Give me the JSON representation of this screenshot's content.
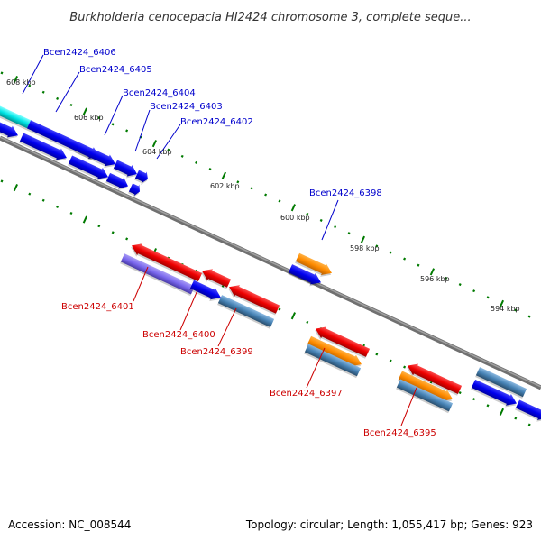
{
  "title": "Burkholderia cenocepacia HI2424 chromosome 3, complete seque...",
  "footer": {
    "accession": "Accession: NC_008544",
    "summary": "Topology: circular; Length: 1,055,417 bp; Genes: 923"
  },
  "colors": {
    "background": "#ffffff",
    "backbone": "#808080",
    "tick": "#007a00",
    "cds_blue": "#0000ee",
    "cds_red": "#ee0000",
    "cds_orange": "#ff8c00",
    "cds_steelblue": "#4682b4",
    "cds_slateblue": "#7b68ee",
    "cds_cyan": "#00e5e5",
    "label_forward": "#0000cc",
    "label_reverse": "#cc0000"
  },
  "scale_labels": [
    "608 kbp",
    "606 kbp",
    "604 kbp",
    "602 kbp",
    "600 kbp",
    "598 kbp",
    "596 kbp",
    "594 kbp"
  ],
  "gene_labels_forward": [
    "Bcen2424_6406",
    "Bcen2424_6405",
    "Bcen2424_6404",
    "Bcen2424_6403",
    "Bcen2424_6402",
    "Bcen2424_6398"
  ],
  "gene_labels_reverse": [
    "Bcen2424_6401",
    "Bcen2424_6400",
    "Bcen2424_6399",
    "Bcen2424_6397",
    "Bcen2424_6395"
  ]
}
